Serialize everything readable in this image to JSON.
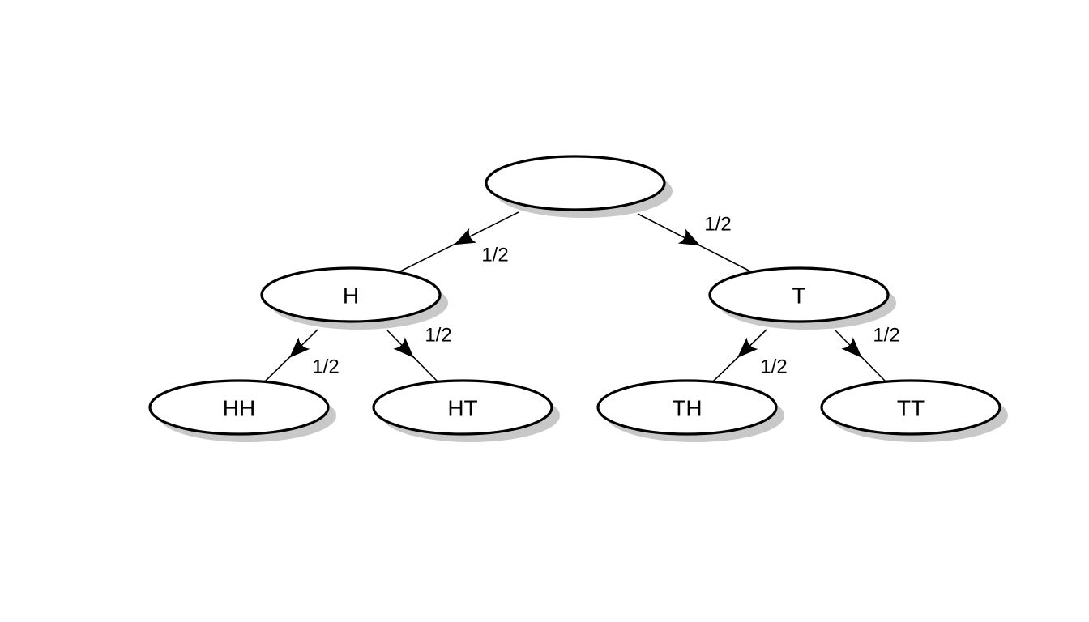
{
  "diagram": {
    "nodes": [
      {
        "id": "root",
        "label": ""
      },
      {
        "id": "H",
        "label": "H"
      },
      {
        "id": "T",
        "label": "T"
      },
      {
        "id": "HH",
        "label": "HH"
      },
      {
        "id": "HT",
        "label": "HT"
      },
      {
        "id": "TH",
        "label": "TH"
      },
      {
        "id": "TT",
        "label": "TT"
      }
    ],
    "edges": [
      {
        "from": "root",
        "to": "H",
        "label": "1/2"
      },
      {
        "from": "root",
        "to": "T",
        "label": "1/2"
      },
      {
        "from": "H",
        "to": "HH",
        "label": "1/2"
      },
      {
        "from": "H",
        "to": "HT",
        "label": "1/2"
      },
      {
        "from": "T",
        "to": "TH",
        "label": "1/2"
      },
      {
        "from": "T",
        "to": "TT",
        "label": "1/2"
      }
    ]
  }
}
